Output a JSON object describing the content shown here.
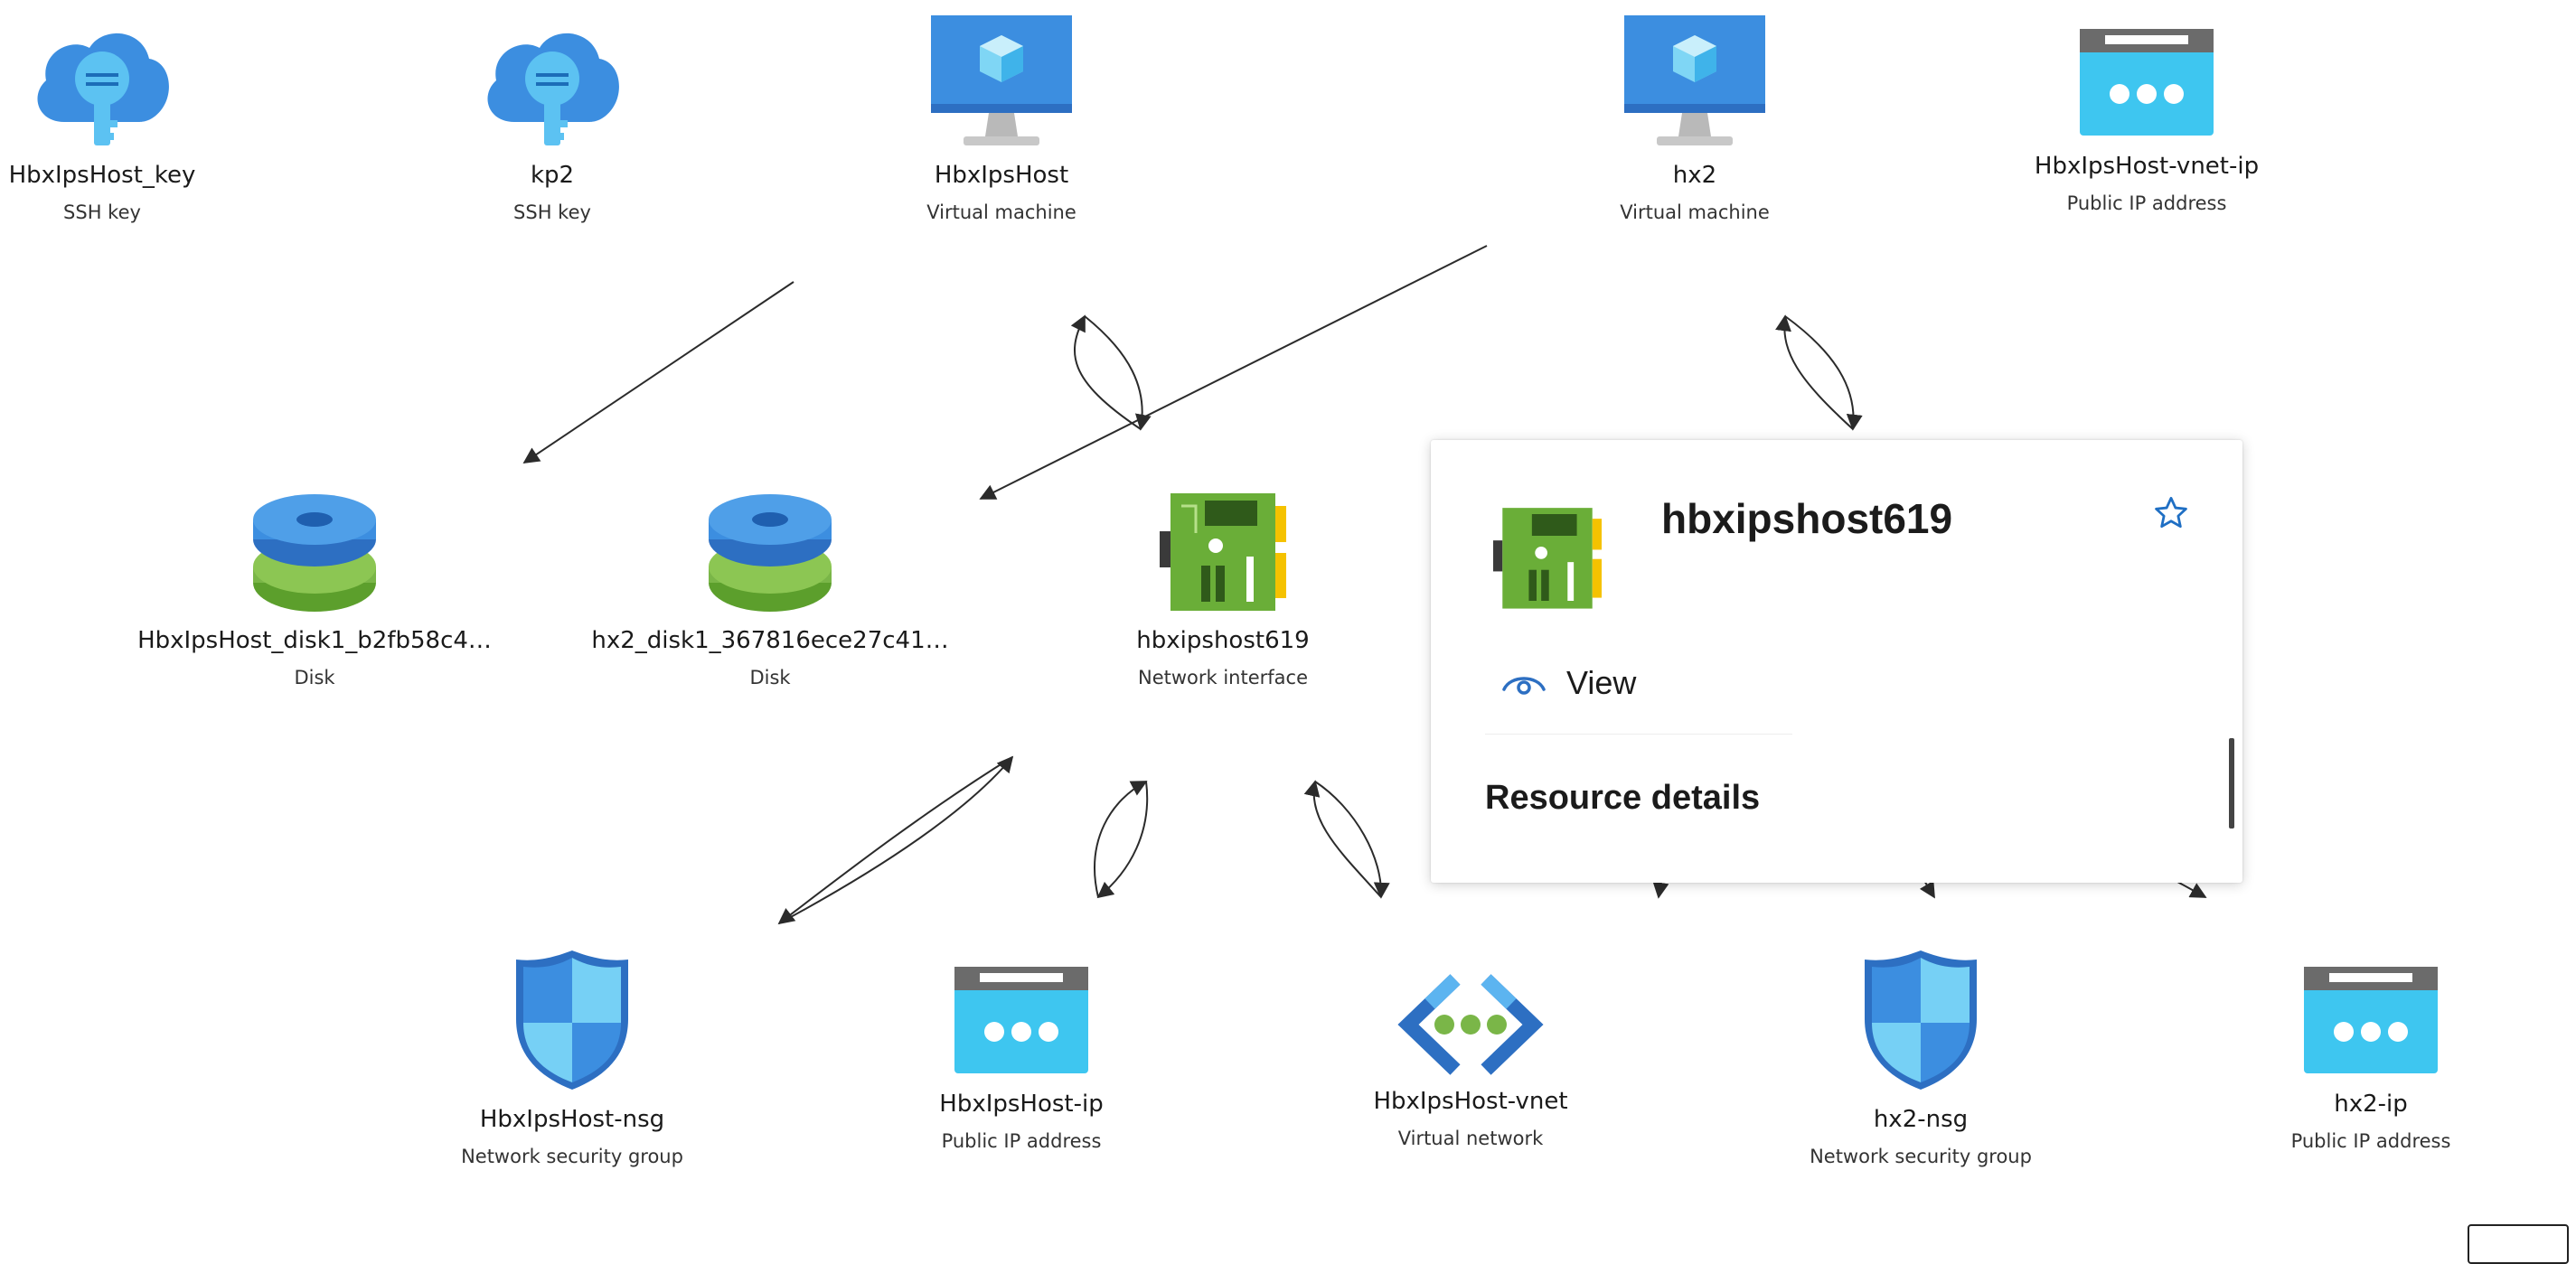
{
  "nodes": {
    "hbxipshost_key": {
      "name": "HbxIpsHost_key",
      "type": "SSH key",
      "icon": "ssh-key-icon"
    },
    "kp2": {
      "name": "kp2",
      "type": "SSH key",
      "icon": "ssh-key-icon"
    },
    "hbxipshost_vm": {
      "name": "HbxIpsHost",
      "type": "Virtual machine",
      "icon": "virtual-machine-icon"
    },
    "hx2_vm": {
      "name": "hx2",
      "type": "Virtual machine",
      "icon": "virtual-machine-icon"
    },
    "hbxipshost_vnet_ip": {
      "name": "HbxIpsHost-vnet-ip",
      "type": "Public IP address",
      "icon": "public-ip-icon"
    },
    "hbxipshost_disk": {
      "name": "HbxIpsHost_disk1_b2fb58c4…",
      "type": "Disk",
      "icon": "disk-icon"
    },
    "hx2_disk": {
      "name": "hx2_disk1_367816ece27c41…",
      "type": "Disk",
      "icon": "disk-icon"
    },
    "hbxipshost619": {
      "name": "hbxipshost619",
      "type": "Network interface",
      "icon": "network-interface-icon"
    },
    "hbxipshost_nsg": {
      "name": "HbxIpsHost-nsg",
      "type": "Network security group",
      "icon": "nsg-shield-icon"
    },
    "hbxipshost_ip": {
      "name": "HbxIpsHost-ip",
      "type": "Public IP address",
      "icon": "public-ip-icon"
    },
    "hbxipshost_vnet": {
      "name": "HbxIpsHost-vnet",
      "type": "Virtual network",
      "icon": "virtual-network-icon"
    },
    "hx2_nsg": {
      "name": "hx2-nsg",
      "type": "Network security group",
      "icon": "nsg-shield-icon"
    },
    "hx2_ip": {
      "name": "hx2-ip",
      "type": "Public IP address",
      "icon": "public-ip-icon"
    }
  },
  "popup": {
    "title": "hbxipshost619",
    "view_label": "View",
    "section_title": "Resource details",
    "icon": "network-interface-icon",
    "star_icon": "star-icon",
    "view_icon": "eye-icon"
  },
  "colors": {
    "azure_blue": "#3c8ee0",
    "light_cyan": "#3ec6f0",
    "nic_green": "#6aae38",
    "disk_green": "#7ab648",
    "edge": "#2b2b2b",
    "star": "#1f6fc4"
  }
}
